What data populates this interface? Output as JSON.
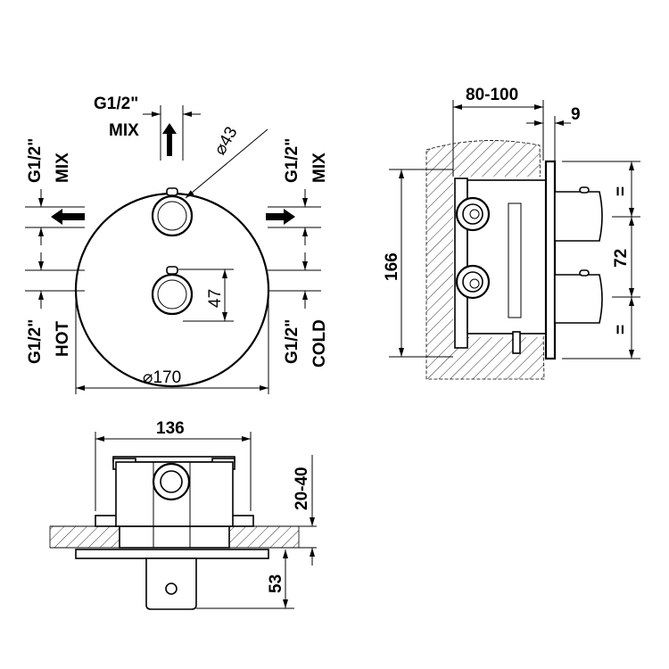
{
  "front_view": {
    "top_thread": "G1/2\"",
    "top_outlet": "MIX",
    "left_thread": "G1/2\"",
    "left_outlet": "MIX",
    "right_thread": "G1/2\"",
    "right_outlet": "MIX",
    "hot_thread": "G1/2\"",
    "hot_inlet": "HOT",
    "cold_thread": "G1/2\"",
    "cold_inlet": "COLD",
    "knob_diameter": "43",
    "knob_spacing": "47",
    "plate_diameter": "170"
  },
  "side_view": {
    "wall_depth": "80-100",
    "plate_thickness": "9",
    "height": "166",
    "equal_top": "=",
    "knob_spacing": "72",
    "equal_bottom": "="
  },
  "plan_view": {
    "width": "136",
    "plaster": "20-40",
    "projection": "53"
  },
  "colors": {
    "line": "#000000",
    "background": "#ffffff"
  }
}
